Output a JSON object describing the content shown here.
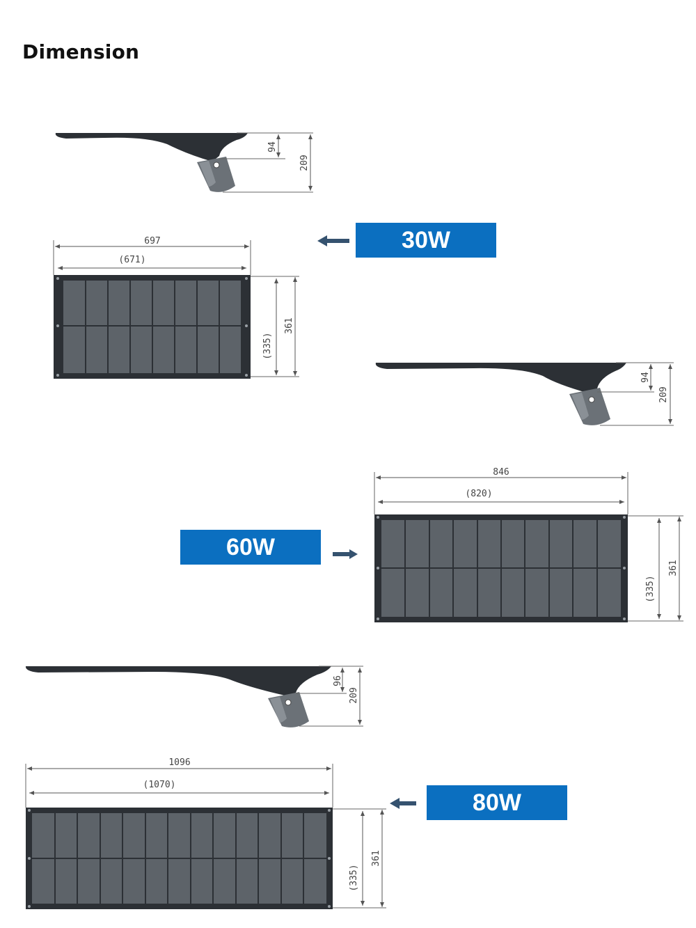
{
  "title": "Dimension",
  "colors": {
    "badge": "#0b6fc0",
    "panel": "#5d6369",
    "body": "#2c3035",
    "arrow": "#35526f"
  },
  "products": [
    {
      "label": "30W",
      "arrow_direction": "left",
      "side": {
        "height_upper": "94",
        "height_total": "209"
      },
      "top": {
        "width_total": "697",
        "width_inner": "(671)",
        "depth_inner": "(335)",
        "depth_total": "361"
      }
    },
    {
      "label": "60W",
      "arrow_direction": "right",
      "side": {
        "height_upper": "94",
        "height_total": "209"
      },
      "top": {
        "width_total": "846",
        "width_inner": "(820)",
        "depth_inner": "(335)",
        "depth_total": "361"
      }
    },
    {
      "label": "80W",
      "arrow_direction": "left",
      "side": {
        "height_upper": "96",
        "height_total": "209"
      },
      "top": {
        "width_total": "1096",
        "width_inner": "(1070)",
        "depth_inner": "(335)",
        "depth_total": "361"
      }
    }
  ]
}
